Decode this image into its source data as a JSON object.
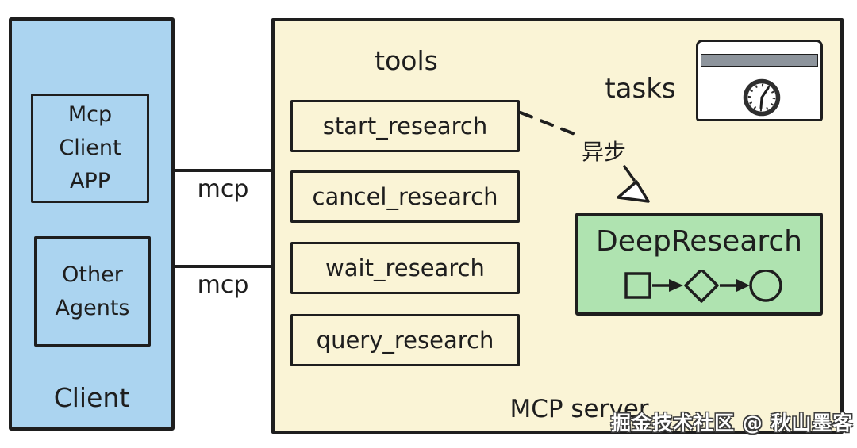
{
  "colors": {
    "client_fill": "#abd4f0",
    "server_fill": "#faf4d6",
    "research_fill": "#afe3b0",
    "titlebar_grey": "#8d949c",
    "stroke": "#1e1e1e",
    "watermark_text": "#ffffff"
  },
  "client_panel": {
    "label": "Client",
    "boxes": [
      {
        "lines": [
          "Mcp",
          "Client",
          "APP"
        ]
      },
      {
        "lines": [
          "Other",
          "Agents"
        ]
      }
    ]
  },
  "connections": {
    "top_label": "mcp",
    "bottom_label": "mcp"
  },
  "server_panel": {
    "label": "MCP server",
    "tools_heading": "tools",
    "tools": [
      "start_research",
      "cancel_research",
      "wait_research",
      "query_research"
    ],
    "tasks_label": "tasks",
    "async_label": "异步",
    "research_box": {
      "label": "DeepResearch"
    }
  },
  "watermark": "掘金技术社区 @ 秋山墨客"
}
